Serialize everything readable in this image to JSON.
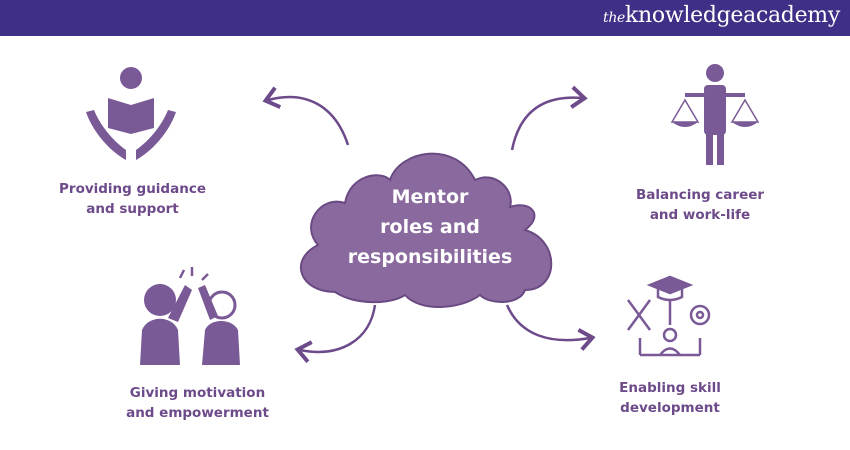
{
  "header": {
    "logo_prefix": "the",
    "logo_main": "knowledgeacademy"
  },
  "center": {
    "line1": "Mentor",
    "line2": "roles and",
    "line3": "responsibilities"
  },
  "items": [
    {
      "line1": "Providing guidance",
      "line2": "and support",
      "icon": "reading-person-hands-icon"
    },
    {
      "line1": "Balancing career",
      "line2": "and work-life",
      "icon": "person-scales-icon"
    },
    {
      "line1": "Giving motivation",
      "line2": "and empowerment",
      "icon": "high-five-icon"
    },
    {
      "line1": "Enabling skill",
      "line2": "development",
      "icon": "skill-growth-icon"
    }
  ],
  "colors": {
    "header": "#3f2f86",
    "accent": "#6d4a8a",
    "cloud": "#8a6a9e"
  }
}
